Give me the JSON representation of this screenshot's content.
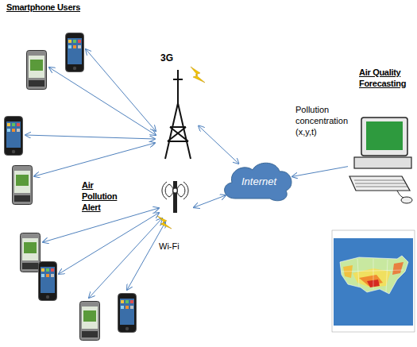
{
  "diagram": {
    "nodes": [
      {
        "text": [
          "3G"
        ]
      },
      {
        "text": [
          "Wi-Fi"
        ]
      },
      {
        "text": [
          "Internet"
        ]
      },
      {
        "text": [
          "Air Quality Forecasting"
        ]
      }
    ],
    "edges": [
      {
        "from": 0,
        "to": 2,
        "arrow": "both"
      },
      {
        "from": 1,
        "to": 2,
        "arrow": "both"
      },
      {
        "from": 3,
        "to": 2,
        "arrow": "to"
      }
    ],
    "labels": [
      "Smartphone Users",
      "Air Pollution Alert",
      "Pollution concentration (x,y,t)"
    ]
  }
}
